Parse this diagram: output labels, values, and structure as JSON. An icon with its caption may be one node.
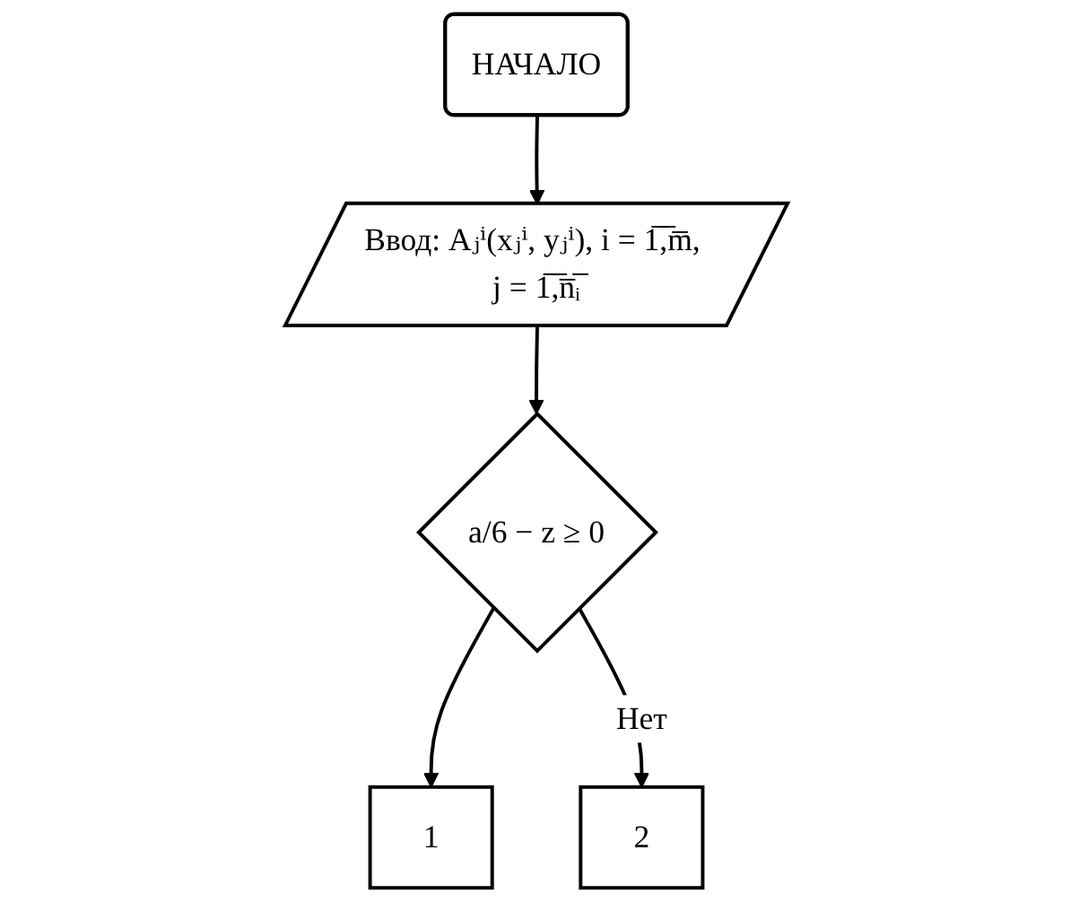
{
  "diagram": {
    "nodes": [
      {
        "text": [
          "НАЧАЛО"
        ]
      },
      {
        "text": [
          "Ввод: Aⱼⁱ(xⱼⁱ, yⱼⁱ), i = 1̅,̅m̅, j = 1̅,̅n̅ᵢ̅"
        ]
      },
      {
        "text": [
          "a/6 − z ≥ 0"
        ]
      },
      {
        "text": [
          "1"
        ]
      },
      {
        "text": [
          "2"
        ]
      }
    ],
    "edges": [
      {
        "from": 0,
        "to": 1,
        "arrow": "to"
      },
      {
        "from": 1,
        "to": 2,
        "arrow": "to"
      },
      {
        "from": 2,
        "to": 3,
        "arrow": "to"
      },
      {
        "from": 2,
        "to": 4,
        "label": "Нет",
        "arrow": "to"
      }
    ]
  }
}
